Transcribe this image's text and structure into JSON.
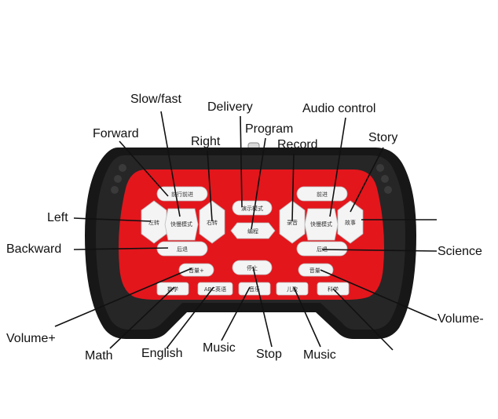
{
  "header_text": "",
  "callouts": {
    "slow_fast": "Slow/fast",
    "delivery": "Delivery",
    "audio_control": "Audio control",
    "program": "Program",
    "forward": "Forward",
    "right": "Right",
    "record": "Record",
    "story": "Story",
    "left": "Left",
    "backward": "Backward",
    "science": "Science",
    "volume_minus": "Volume-",
    "volume_plus": "Volume+",
    "math": "Math",
    "english": "English",
    "music_left": "Music",
    "stop": "Stop",
    "music_right": "Music"
  },
  "device_buttons": {
    "forward_left": "前行前进",
    "forward_right": "前进",
    "left_turn": "左转",
    "right_turn_left": "右转",
    "slow_fast_left": "快慢模式",
    "slow_fast_right": "快慢模式",
    "demo_mode": "演示模式",
    "program": "编程",
    "record": "录音",
    "story": "故事",
    "backward_left": "后退",
    "backward_right": "后退",
    "stop": "停止",
    "volume_plus": "音量+",
    "volume_minus": "音量-",
    "math": "数学",
    "english": "ABC英语",
    "music_left": "音乐",
    "music_right": "儿歌",
    "science": "科学"
  },
  "colors": {
    "body": "#171717",
    "panel": "#e3161c",
    "button": "#f4f4f4",
    "line": "#111111"
  }
}
